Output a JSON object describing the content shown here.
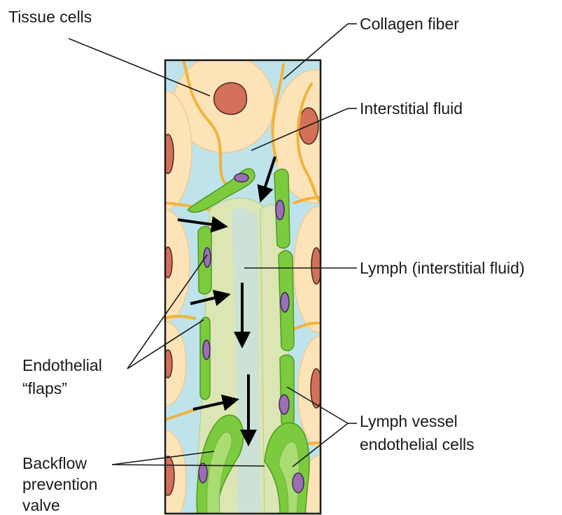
{
  "labels": {
    "tissue_cells": "Tissue cells",
    "collagen_fiber": "Collagen fiber",
    "interstitial_fluid": "Interstitial fluid",
    "lymph": "Lymph (interstitial fluid)",
    "endothelial_flaps_line1": "Endothelial",
    "endothelial_flaps_line2": "“flaps”",
    "lymph_vessel_line1": "Lymph vessel",
    "lymph_vessel_line2": "endothelial cells",
    "backflow_line1": "Backflow",
    "backflow_line2": "prevention",
    "backflow_line3": "valve"
  },
  "colors": {
    "interstitial_fluid": "#bfe3ea",
    "tissue_cell": "#fde3b8",
    "tissue_nucleus": "#d2705a",
    "collagen": "#f2b33a",
    "endothelium": "#7ccb3e",
    "endothelial_nucleus": "#9b6fb5",
    "lymph_vessel": "#dbe6b4"
  }
}
